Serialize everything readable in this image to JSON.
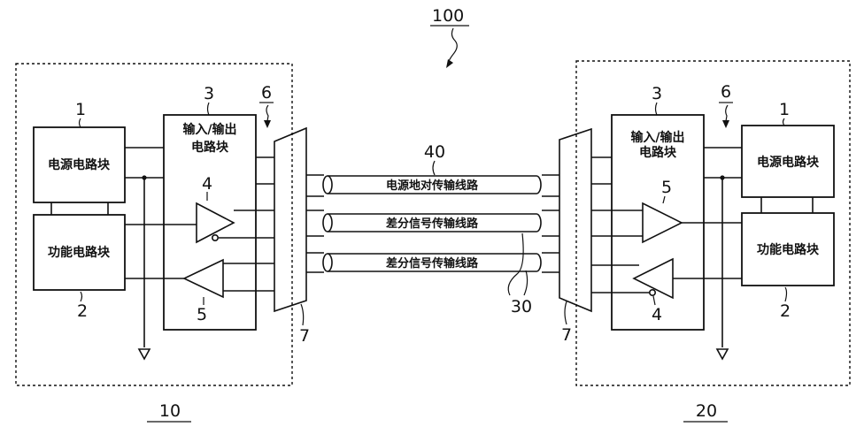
{
  "figure": {
    "system_ref": "100",
    "left_unit": {
      "ref": "10",
      "power_block": {
        "ref": "1",
        "label": "电源电路块"
      },
      "function_block": {
        "ref": "2",
        "label": "功能电路块"
      },
      "io_block": {
        "ref": "3",
        "label_line1": "输入/输出",
        "label_line2": "电路块"
      },
      "driver": {
        "ref": "4"
      },
      "receiver": {
        "ref": "5"
      },
      "connector_ref": "6",
      "plug_ref": "7"
    },
    "right_unit": {
      "ref": "20",
      "power_block": {
        "ref": "1",
        "label": "电源电路块"
      },
      "function_block": {
        "ref": "2",
        "label": "功能电路块"
      },
      "io_block": {
        "ref": "3",
        "label_line1": "输入/输出",
        "label_line2": "电路块"
      },
      "driver": {
        "ref": "4"
      },
      "receiver": {
        "ref": "5"
      },
      "connector_ref": "6",
      "plug_ref": "7"
    },
    "cables": {
      "power_ground_ref": "40",
      "differential_ref": "30",
      "items": [
        {
          "label": "电源地对传输线路"
        },
        {
          "label": "差分信号传输线路"
        },
        {
          "label": "差分信号传输线路"
        }
      ]
    }
  }
}
